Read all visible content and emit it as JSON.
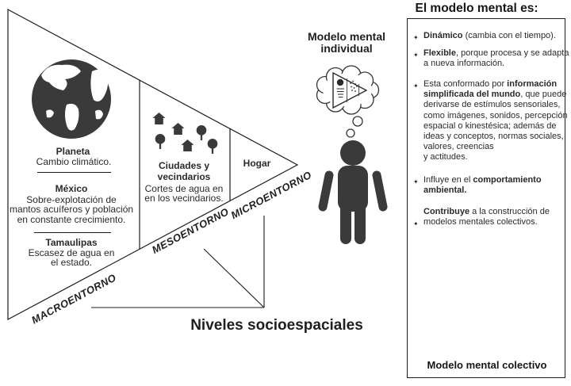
{
  "colors": {
    "ink": "#2a2a2a",
    "icon": "#3a3a3a",
    "line": "#1c1c1c"
  },
  "triangle": {
    "macro": {
      "planeta_title": "Planeta",
      "planeta_text": "Cambio climático.",
      "mexico_title": "México",
      "mexico_text": "Sobre-explotación de\nmantos acuíferos y población\nen constante crecimiento.",
      "tamaulipas_title": "Tamaulipas",
      "tamaulipas_text": "Escasez de agua en\nel estado."
    },
    "meso": {
      "title": "Ciudades y\nvecindarios",
      "text": "Cortes de agua en\nen los vecindarios."
    },
    "micro": {
      "title": "Hogar"
    },
    "level_labels": {
      "macro": "MACROENTORNO",
      "meso": "MESOENTORNO",
      "micro": "MICROENTORNO"
    }
  },
  "axis_label": "Niveles socioespaciales",
  "individual_title": "Modelo mental\nindividual",
  "panel": {
    "title": "El modelo mental es:",
    "bullet_glyph": "✦",
    "bullets": [
      {
        "segments": [
          {
            "bold": true,
            "t": "Dinámico"
          },
          {
            "bold": false,
            "t": " (cambia con el tiempo)."
          }
        ]
      },
      {
        "segments": [
          {
            "bold": true,
            "t": "Flexible"
          },
          {
            "bold": false,
            "t": ", porque procesa y se adapta\na nueva información."
          }
        ]
      },
      {
        "segments": [
          {
            "bold": false,
            "t": "Esta conformado por "
          },
          {
            "bold": true,
            "t": "información\nsimplificada del mundo"
          },
          {
            "bold": false,
            "t": ", que puede\nderivarse de estímulos sensoriales,\ncomo imágenes, sonidos, percepción\nespacial o kinestésica; además de\nideas y conceptos, normas sociales,\nvalores, creencias\ny actitudes."
          }
        ]
      },
      {
        "segments": [
          {
            "bold": false,
            "t": "Influye en el "
          },
          {
            "bold": true,
            "t": "comportamiento\nambiental."
          }
        ]
      },
      {
        "segments": [
          {
            "bold": true,
            "t": "Contribuye"
          },
          {
            "bold": false,
            "t": " a la construcción de\nmodelos mentales colectivos."
          }
        ]
      }
    ],
    "collective_label": "Modelo mental colectivo"
  },
  "icons": {
    "globe": "globe-icon",
    "house": "house-icon",
    "tree": "tree-icon",
    "person": "person-icon",
    "thought_bubble": "thought-bubble-icon",
    "mini_model": "mini-model-triangle-icon",
    "crowd": "crowd-icon"
  }
}
